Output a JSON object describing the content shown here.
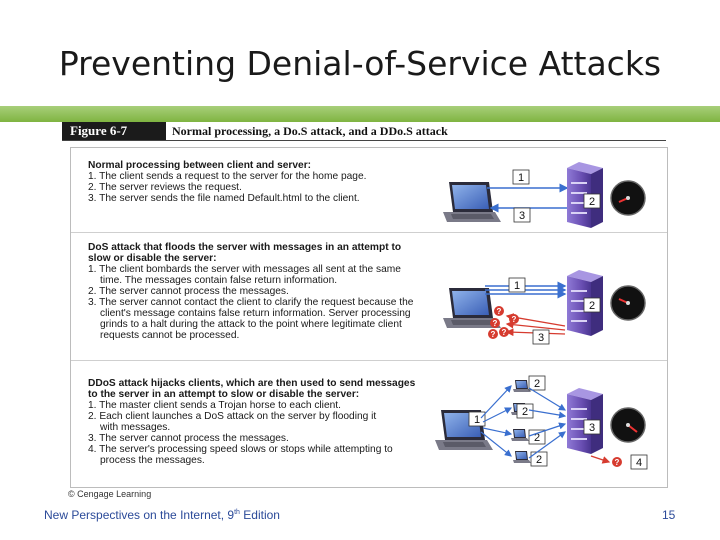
{
  "slide": {
    "title": "Preventing Denial-of-Service Attacks",
    "footer": "New Perspectives on the Internet, 9",
    "footer_sup": "th",
    "footer_tail": " Edition",
    "page_number": "15"
  },
  "figure": {
    "label": "Figure 6-7",
    "caption": "Normal processing, a Do.S attack, and a DDo.S attack",
    "copyright": "© Cengage Learning"
  },
  "sections": [
    {
      "heading": [
        "Normal processing between client and server:"
      ],
      "lines": [
        "1. The client sends a request to the server for the home page.",
        "2. The server reviews the request.",
        "3. The server sends the file named Default.html to the client."
      ]
    },
    {
      "heading": [
        "DoS attack that floods the server with messages in an attempt to",
        "slow or disable the server:"
      ],
      "lines": [
        "1. The client bombards the server with messages all sent at the same",
        "time. The messages contain false return information.",
        "2. The server cannot process the messages.",
        "3. The server cannot contact the client to clarify the request because the",
        "client's message contains false return information. Server processing",
        "grinds to a halt during the attack to the point where legitimate client",
        "requests cannot be processed."
      ]
    },
    {
      "heading": [
        "DDoS attack hijacks clients, which are then used to send messages",
        "to the server in an attempt to slow or disable the server:"
      ],
      "lines": [
        "1. The master client sends a Trojan horse to each client.",
        "2. Each client launches a DoS attack on the server by flooding it",
        "with messages.",
        "3. The server cannot process the messages.",
        "4. The server's processing speed slows or stops while attempting to",
        "process the messages."
      ]
    }
  ],
  "diagram_labels": {
    "normal": [
      "1",
      "2",
      "3"
    ],
    "dos": [
      "1",
      "2",
      "3"
    ],
    "ddos": [
      "1",
      "2",
      "2",
      "2",
      "2",
      "3",
      "4"
    ],
    "question_mark": "?"
  },
  "colors": {
    "title": "#1a1a1a",
    "green_band": "#7fb441",
    "footer_text": "#2b4a99",
    "server": "#6a4fb3",
    "arrow": "#3a6fcf",
    "attack_arrow": "#d63b2f"
  },
  "icons": [
    "laptop-icon",
    "server-icon",
    "speedometer-icon",
    "question-icon"
  ]
}
